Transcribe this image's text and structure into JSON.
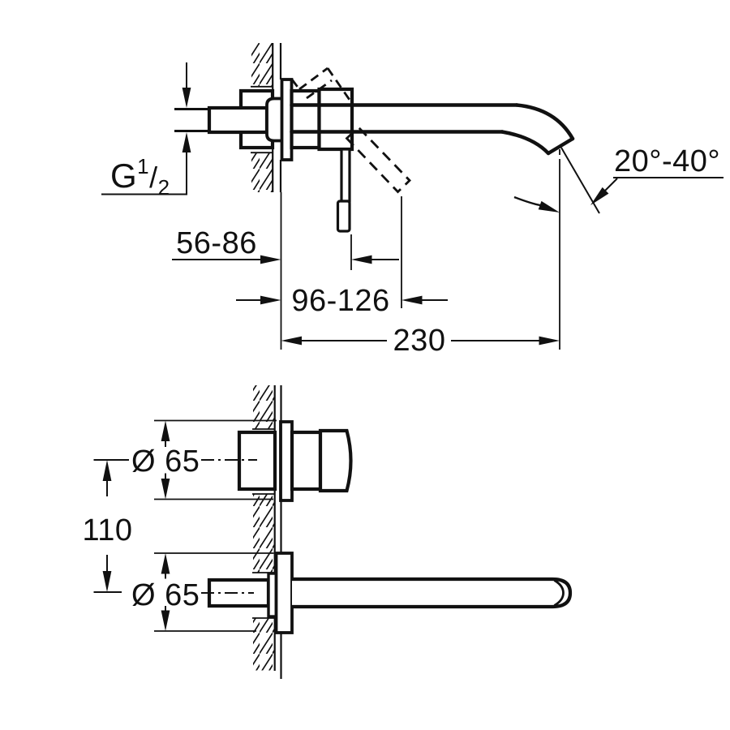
{
  "colors": {
    "ink": "#111111",
    "paper": "#ffffff"
  },
  "drawing": {
    "side_view": {
      "thread": {
        "prefix": "G",
        "numerator": "1",
        "slash": "/",
        "denominator": "2"
      },
      "dim_wall_to_lever": "56-86",
      "dim_wall_to_lever_tip": "96-126",
      "dim_spout_reach": "230",
      "spout_angle_range": "20°-40°"
    },
    "front_view": {
      "dim_handle_escutcheon_dia": "Ø 65",
      "dim_spout_escutcheon_dia": "Ø 65",
      "dim_hole_distance": "110"
    }
  }
}
